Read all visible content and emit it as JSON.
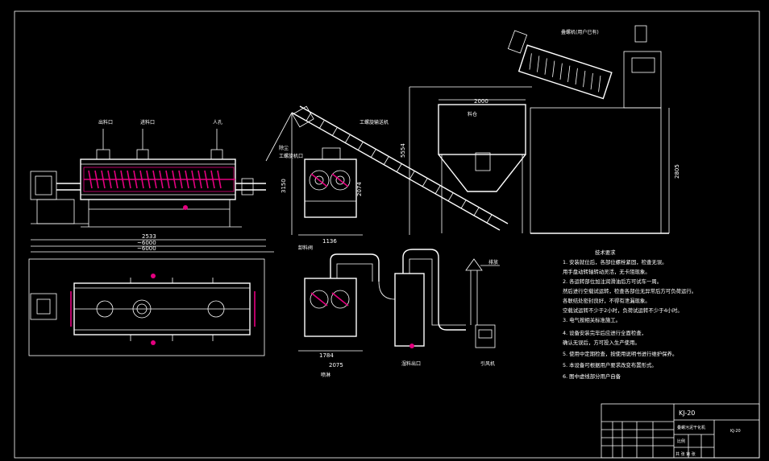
{
  "drawing": {
    "labels": {
      "outlet": "出料口",
      "inlet": "进料口",
      "manhole": "人孔",
      "screw_feeder": "工螺旋输送机",
      "feed_port": "工螺旋机口",
      "dust_collector": "除尘",
      "rotary_valve": "卸料阀",
      "dehydrator": "叠螺机(用户已有)",
      "bin_note": "料仓",
      "exhaust": "排放",
      "dryer_bottom": "湿料出口",
      "water_inlet": "喷淋",
      "fan": "引风机"
    },
    "dimensions": {
      "d_2533": "2533",
      "d_6000a": "~6000",
      "d_6000b": "~6000",
      "d_3150": "3150",
      "d_2074": "2074",
      "d_1136": "1136",
      "d_5554": "5554",
      "d_2000": "2000",
      "d_2805": "2805",
      "d_1784": "1784",
      "d_2075": "2075"
    },
    "notes": {
      "title": "技术要求",
      "lines": [
        "1. 安装就位后，各部位螺栓紧固，检查无误。",
        "   用手盘动转轴转动灵活，无卡阻现象。",
        "2. 各运转部位加注润滑油后方可试车一周。",
        "   然后进行空载试运转，检查各部位无异常后方可负荷运行。",
        "   各联结处密封良好，不得有泄漏现象。",
        "   空载试运转不少于2小时，负荷试运转不少于4小时。",
        "3. 电气按相关标准施工。",
        "4. 设备安装完毕后应进行全面检查，",
        "   确认无误后，方可投入生产使用。",
        "5. 使用中定期检查，按使用说明书进行维护保养。",
        "5. 本设备可根据用户要求改变布置形式。",
        "6. 图中虚线部分用户自备"
      ]
    },
    "title_block": {
      "model": "KJ-20",
      "name": "叠螺污泥干化机",
      "code": "KJ-20",
      "scale_label": "比例",
      "sheet_label": "共 张 第 张"
    }
  }
}
